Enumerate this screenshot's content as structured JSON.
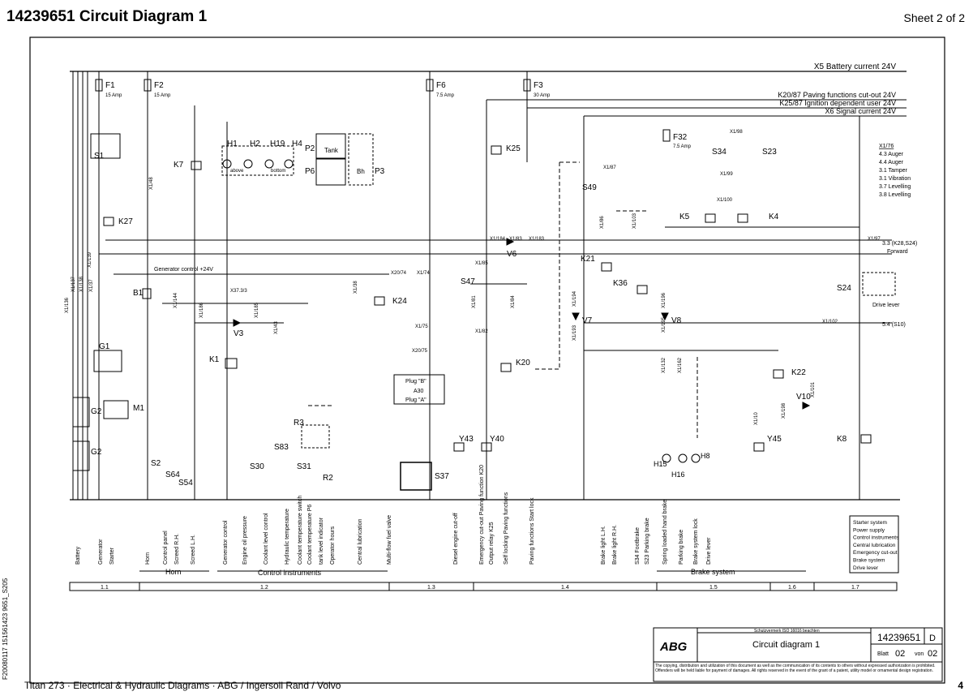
{
  "header": {
    "title": "14239651  Circuit Diagram 1",
    "sheet": "Sheet 2 of 2"
  },
  "footer": {
    "text": "Titan 273  ·  Electrical & Hydraulic Diagrams  ·  ABG / Ingersoll Rand / Volvo",
    "page": "4",
    "side_code": "F20080117 151561423 9651_S205"
  },
  "rails": [
    {
      "label": "X5  Battery  current  24V"
    },
    {
      "label": "K20/87  Paving  functions  cut-out  24V"
    },
    {
      "label": "K25/87  Ignition  dependent  user  24V"
    },
    {
      "label": "X6  Signal  current  24V"
    }
  ],
  "fuses": [
    {
      "name": "F1",
      "rating": "15 Amp"
    },
    {
      "name": "F2",
      "rating": "15 Amp"
    },
    {
      "name": "F6",
      "rating": "7.5 Amp"
    },
    {
      "name": "F3",
      "rating": "30 Amp"
    },
    {
      "name": "F32",
      "rating": "7.5 Amp"
    }
  ],
  "components": {
    "s1": "S1",
    "k7": "K7",
    "k27": "K27",
    "h1": "H1",
    "h2": "H2",
    "h19": "H19",
    "h4": "H4",
    "above": "above",
    "bottom": "bottom",
    "p2": "P2",
    "p6": "P6",
    "p3": "P3",
    "tank": "Tank",
    "bh": "Bh",
    "k25": "K25",
    "k24": "K24",
    "k20": "K20",
    "s47": "S47",
    "v6": "V6",
    "v3": "V3",
    "k1": "K1",
    "g1": "G1",
    "g2a": "G2",
    "g2b": "G2",
    "m1": "M1",
    "b1": "B1",
    "r3": "R3",
    "r2": "R2",
    "s2": "S2",
    "s64": "S64",
    "s54": "S54",
    "s30": "S30",
    "s31": "S31",
    "s83": "S83",
    "s37": "S37",
    "y43": "Y43",
    "y40": "Y40",
    "a30": "A30",
    "plug_b": "Plug \"B\"",
    "plug_a": "Plug \"A\"",
    "k21": "K21",
    "k36": "K36",
    "s49": "S49",
    "v7": "V7",
    "v8": "V8",
    "k5": "K5",
    "k4": "K4",
    "s34": "S34",
    "s23": "S23",
    "k22": "K22",
    "v10": "V10",
    "y45": "Y45",
    "k8": "K8",
    "s24": "S24",
    "h15": "H15",
    "h16": "H16",
    "h8": "H8",
    "generator_control": "Generator control +24V",
    "forward": "Forward",
    "drive_lever": "Drive lever",
    "k28_s24": "3.3 (K28,S24)",
    "s10": "5.4 (S10)"
  },
  "wire_labels": [
    "X1/48",
    "X37.3/3",
    "X1/38",
    "X1/37",
    "X1/136",
    "X1/137",
    "X1/138",
    "X1/139",
    "X1/144",
    "X1/186",
    "X1/185",
    "X1/43",
    "X1/84",
    "X1/83",
    "X1/82",
    "X1/81",
    "X1/85",
    "X1/184",
    "X1/183",
    "X1/74",
    "X20/74",
    "X1/75",
    "X20/75",
    "X1/87",
    "X1/86",
    "X1/103",
    "X1/98",
    "X1/99",
    "X1/100",
    "X1/97",
    "X1/102",
    "X1/194",
    "X1/193",
    "X1/196",
    "X1/195",
    "X1/132",
    "X1/162",
    "X1/198",
    "X1/101",
    "X1/10"
  ],
  "auger_legend": {
    "title": "X1/76",
    "items": [
      "4.3  Auger",
      "4.4  Auger",
      "3.1  Tamper",
      "3.1  Vibration",
      "3.7  Levelling",
      "3.8  Levelling"
    ]
  },
  "function_labels": [
    "Battery",
    "Generator",
    "Starter",
    "Horn",
    "Control panel",
    "Screed R.H.",
    "Screed L.H.",
    "Generator control",
    "Engine oil pressure",
    "Coolant level control",
    "Hydraulic temperature",
    "Coolant temperature switch",
    "Coolant temperature P6",
    "tank level indicator",
    "Operator hours",
    "Central lubrication",
    "Multi-flow fuel valve",
    "Diesel engine cut-off",
    "Emergency cut-out Paving function K20",
    "Output relay K25",
    "Self locking Paving functions",
    "Paving functions Start lock",
    "Brake light L.H.",
    "Brake light R.H.",
    "S34 Footbrake",
    "S23 Parking brake",
    "Spring loaded hand brake",
    "Parking brake",
    "Brake system lock",
    "Drive lever"
  ],
  "groups": [
    {
      "label": "Horn"
    },
    {
      "label": "Control instruments"
    },
    {
      "label": "Brake system"
    }
  ],
  "sections": [
    "1.1",
    "1.2",
    "1.3",
    "1.4",
    "1.5",
    "1.6",
    "1.7"
  ],
  "legend_box": [
    "Starter system",
    "Power supply",
    "Control instruments",
    "Central lubrication",
    "Emergency cut-out",
    "Brake system",
    "Drive lever"
  ],
  "title_block": {
    "logo": "ABG",
    "protection": "Schutzvermerk ISO 16016 beachten",
    "title": "Circuit diagram 1",
    "doc_no": "14239651",
    "rev": "D",
    "blatt": "Blatt",
    "sheet": "02",
    "von": "von",
    "of": "02",
    "notice": "The copying, distribution and utilization of this document as well as the communication of its contents to others without expressed authorization is prohibited. Offenders will be held liable for payment of damages. All rights reserved in the event of the grant of a patent, utility model or ornamental design registration."
  },
  "colors": {
    "ink": "#000000",
    "dashed": "#000000"
  }
}
